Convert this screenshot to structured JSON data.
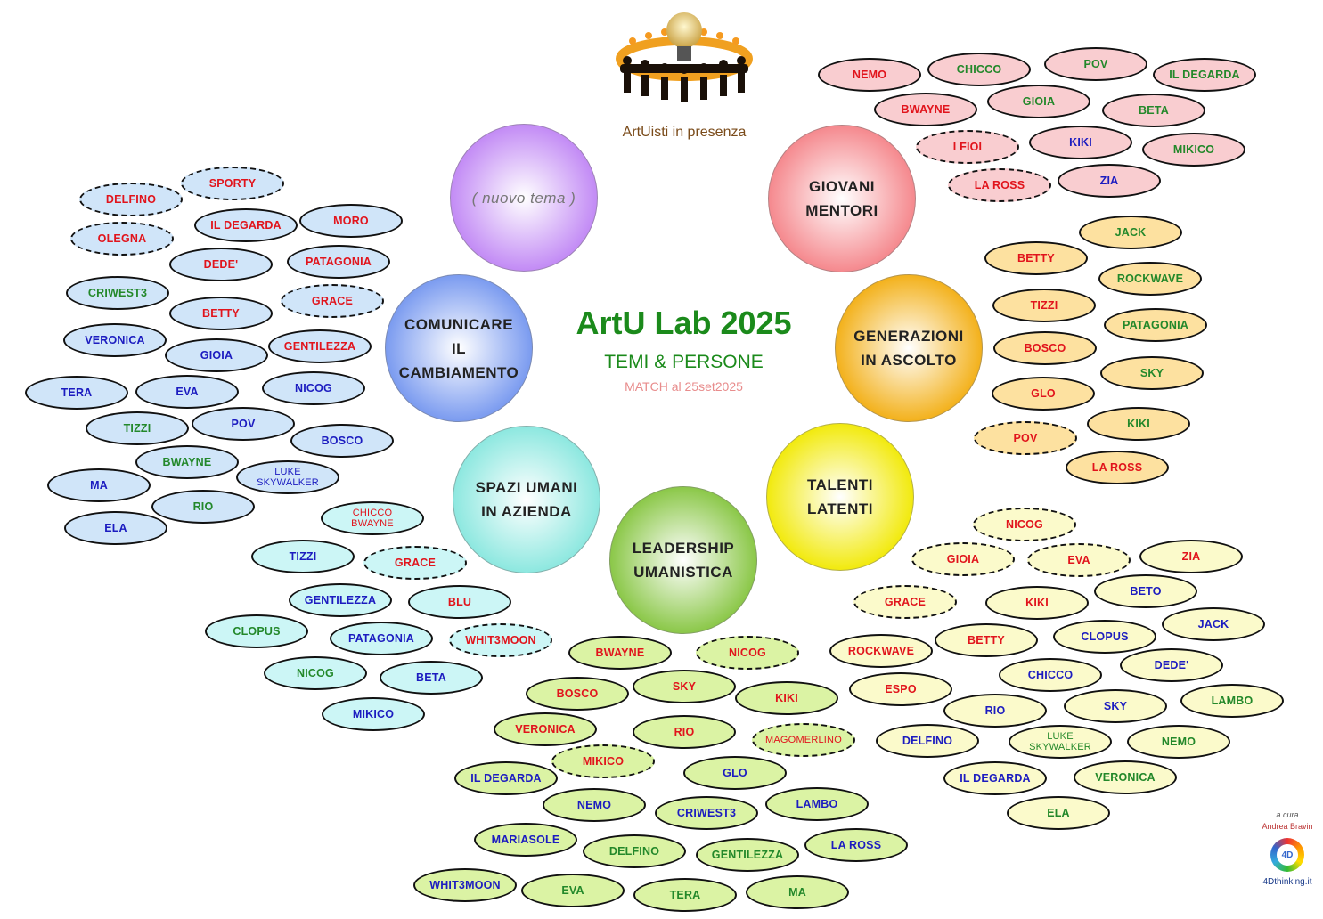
{
  "header": {
    "logo_caption": "ArtUisti in presenza",
    "title": "ArtU Lab 2025",
    "subtitle": "TEMI & PERSONE",
    "match": "MATCH al 25set2025"
  },
  "credits": {
    "cura": "a cura",
    "author": "Andrea Bravin",
    "logo_text": "4D",
    "site": "4Dthinking.it"
  },
  "colors": {
    "red": "#e1141c",
    "green": "#23882a",
    "blue": "#1c1cc0"
  },
  "themes": [
    {
      "id": "nuovo",
      "label": "( nuovo tema )",
      "color": "#c38cf5"
    },
    {
      "id": "giovani",
      "label": "GIOVANI\nMENTORI",
      "color": "#f58a8f",
      "pill_fill": "#f9cdd0"
    },
    {
      "id": "comunicare",
      "label": "COMUNICARE\nIL\nCAMBIAMENTO",
      "color": "#7c9cf0",
      "pill_fill": "#d0e5f9"
    },
    {
      "id": "generazioni",
      "label": "GENERAZIONI\nIN ASCOLTO",
      "color": "#f3b21e",
      "pill_fill": "#fde1a0"
    },
    {
      "id": "spazi",
      "label": "SPAZI UMANI\nIN AZIENDA",
      "color": "#8ee8e0",
      "pill_fill": "#ccf6f6"
    },
    {
      "id": "talenti",
      "label": "TALENTI\nLATENTI",
      "color": "#f2ea10",
      "pill_fill": "#fbfacb"
    },
    {
      "id": "leadership",
      "label": "LEADERSHIP\nUMANISTICA",
      "color": "#8cc84a",
      "pill_fill": "#dbf3a4"
    }
  ],
  "people": {
    "giovani": [
      {
        "name": "NEMO",
        "c": "red"
      },
      {
        "name": "CHICCO",
        "c": "green"
      },
      {
        "name": "POV",
        "c": "green"
      },
      {
        "name": "IL DEGARDA",
        "c": "green"
      },
      {
        "name": "BWAYNE",
        "c": "red"
      },
      {
        "name": "GIOIA",
        "c": "green"
      },
      {
        "name": "BETA",
        "c": "green"
      },
      {
        "name": "I FIOI",
        "c": "red",
        "dashed": true
      },
      {
        "name": "KIKI",
        "c": "blue"
      },
      {
        "name": "MIKICO",
        "c": "green"
      },
      {
        "name": "LA ROSS",
        "c": "red",
        "dashed": true
      },
      {
        "name": "ZIA",
        "c": "blue"
      }
    ],
    "comunicare": [
      {
        "name": "SPORTY",
        "c": "red",
        "dashed": true
      },
      {
        "name": "DELFINO",
        "c": "red",
        "dashed": true
      },
      {
        "name": "IL DEGARDA",
        "c": "red"
      },
      {
        "name": "MORO",
        "c": "red"
      },
      {
        "name": "OLEGNA",
        "c": "red",
        "dashed": true
      },
      {
        "name": "DEDE'",
        "c": "red"
      },
      {
        "name": "PATAGONIA",
        "c": "red"
      },
      {
        "name": "CRIWEST3",
        "c": "green"
      },
      {
        "name": "GRACE",
        "c": "red",
        "dashed": true
      },
      {
        "name": "BETTY",
        "c": "red"
      },
      {
        "name": "VERONICA",
        "c": "blue"
      },
      {
        "name": "GIOIA",
        "c": "blue"
      },
      {
        "name": "GENTILEZZA",
        "c": "red"
      },
      {
        "name": "TERA",
        "c": "blue"
      },
      {
        "name": "EVA",
        "c": "blue"
      },
      {
        "name": "NICOG",
        "c": "blue"
      },
      {
        "name": "TIZZI",
        "c": "green"
      },
      {
        "name": "POV",
        "c": "blue"
      },
      {
        "name": "BOSCO",
        "c": "blue"
      },
      {
        "name": "BWAYNE",
        "c": "green"
      },
      {
        "name": "LUKE\nSKYWALKER",
        "c": "blue",
        "small": true
      },
      {
        "name": "MA",
        "c": "blue"
      },
      {
        "name": "RIO",
        "c": "green"
      },
      {
        "name": "ELA",
        "c": "blue"
      }
    ],
    "generazioni": [
      {
        "name": "JACK",
        "c": "green"
      },
      {
        "name": "BETTY",
        "c": "red"
      },
      {
        "name": "ROCKWAVE",
        "c": "green"
      },
      {
        "name": "TIZZI",
        "c": "red"
      },
      {
        "name": "PATAGONIA",
        "c": "green"
      },
      {
        "name": "BOSCO",
        "c": "red"
      },
      {
        "name": "SKY",
        "c": "green"
      },
      {
        "name": "GLO",
        "c": "red"
      },
      {
        "name": "KIKI",
        "c": "green"
      },
      {
        "name": "POV",
        "c": "red",
        "dashed": true
      },
      {
        "name": "LA ROSS",
        "c": "red"
      }
    ],
    "spazi": [
      {
        "name": "CHICCO\nBWAYNE",
        "c": "red",
        "small": true
      },
      {
        "name": "TIZZI",
        "c": "blue"
      },
      {
        "name": "GRACE",
        "c": "red",
        "dashed": true
      },
      {
        "name": "GENTILEZZA",
        "c": "blue"
      },
      {
        "name": "BLU",
        "c": "red"
      },
      {
        "name": "CLOPUS",
        "c": "green"
      },
      {
        "name": "PATAGONIA",
        "c": "blue"
      },
      {
        "name": "WHIT3MOON",
        "c": "red",
        "dashed": true
      },
      {
        "name": "NICOG",
        "c": "green"
      },
      {
        "name": "BETA",
        "c": "blue"
      },
      {
        "name": "MIKICO",
        "c": "blue"
      }
    ],
    "talenti": [
      {
        "name": "NICOG",
        "c": "red",
        "dashed": true
      },
      {
        "name": "GIOIA",
        "c": "red",
        "dashed": true
      },
      {
        "name": "EVA",
        "c": "red",
        "dashed": true
      },
      {
        "name": "ZIA",
        "c": "red"
      },
      {
        "name": "GRACE",
        "c": "red",
        "dashed": true
      },
      {
        "name": "KIKI",
        "c": "red"
      },
      {
        "name": "BETO",
        "c": "blue"
      },
      {
        "name": "JACK",
        "c": "blue"
      },
      {
        "name": "BETTY",
        "c": "red"
      },
      {
        "name": "CLOPUS",
        "c": "blue"
      },
      {
        "name": "ROCKWAVE",
        "c": "red"
      },
      {
        "name": "DEDE'",
        "c": "blue"
      },
      {
        "name": "CHICCO",
        "c": "blue"
      },
      {
        "name": "ESPO",
        "c": "red"
      },
      {
        "name": "SKY",
        "c": "blue"
      },
      {
        "name": "LAMBO",
        "c": "green"
      },
      {
        "name": "RIO",
        "c": "blue"
      },
      {
        "name": "DELFINO",
        "c": "blue"
      },
      {
        "name": "LUKE\nSKYWALKER",
        "c": "green",
        "small": true
      },
      {
        "name": "NEMO",
        "c": "green"
      },
      {
        "name": "IL DEGARDA",
        "c": "blue"
      },
      {
        "name": "VERONICA",
        "c": "green"
      },
      {
        "name": "ELA",
        "c": "green"
      }
    ],
    "leadership": [
      {
        "name": "BWAYNE",
        "c": "red"
      },
      {
        "name": "NICOG",
        "c": "red",
        "dashed": true
      },
      {
        "name": "BOSCO",
        "c": "red"
      },
      {
        "name": "SKY",
        "c": "red"
      },
      {
        "name": "KIKI",
        "c": "red"
      },
      {
        "name": "VERONICA",
        "c": "red"
      },
      {
        "name": "RIO",
        "c": "red"
      },
      {
        "name": "MAGOMERLINO",
        "c": "red",
        "dashed": true,
        "small": true
      },
      {
        "name": "MIKICO",
        "c": "red",
        "dashed": true
      },
      {
        "name": "IL DEGARDA",
        "c": "blue"
      },
      {
        "name": "GLO",
        "c": "blue"
      },
      {
        "name": "NEMO",
        "c": "blue"
      },
      {
        "name": "CRIWEST3",
        "c": "blue"
      },
      {
        "name": "LAMBO",
        "c": "blue"
      },
      {
        "name": "MARIASOLE",
        "c": "blue"
      },
      {
        "name": "DELFINO",
        "c": "green"
      },
      {
        "name": "GENTILEZZA",
        "c": "green"
      },
      {
        "name": "LA ROSS",
        "c": "blue"
      },
      {
        "name": "WHIT3MOON",
        "c": "blue"
      },
      {
        "name": "EVA",
        "c": "green"
      },
      {
        "name": "TERA",
        "c": "green"
      },
      {
        "name": "MA",
        "c": "green"
      }
    ]
  }
}
